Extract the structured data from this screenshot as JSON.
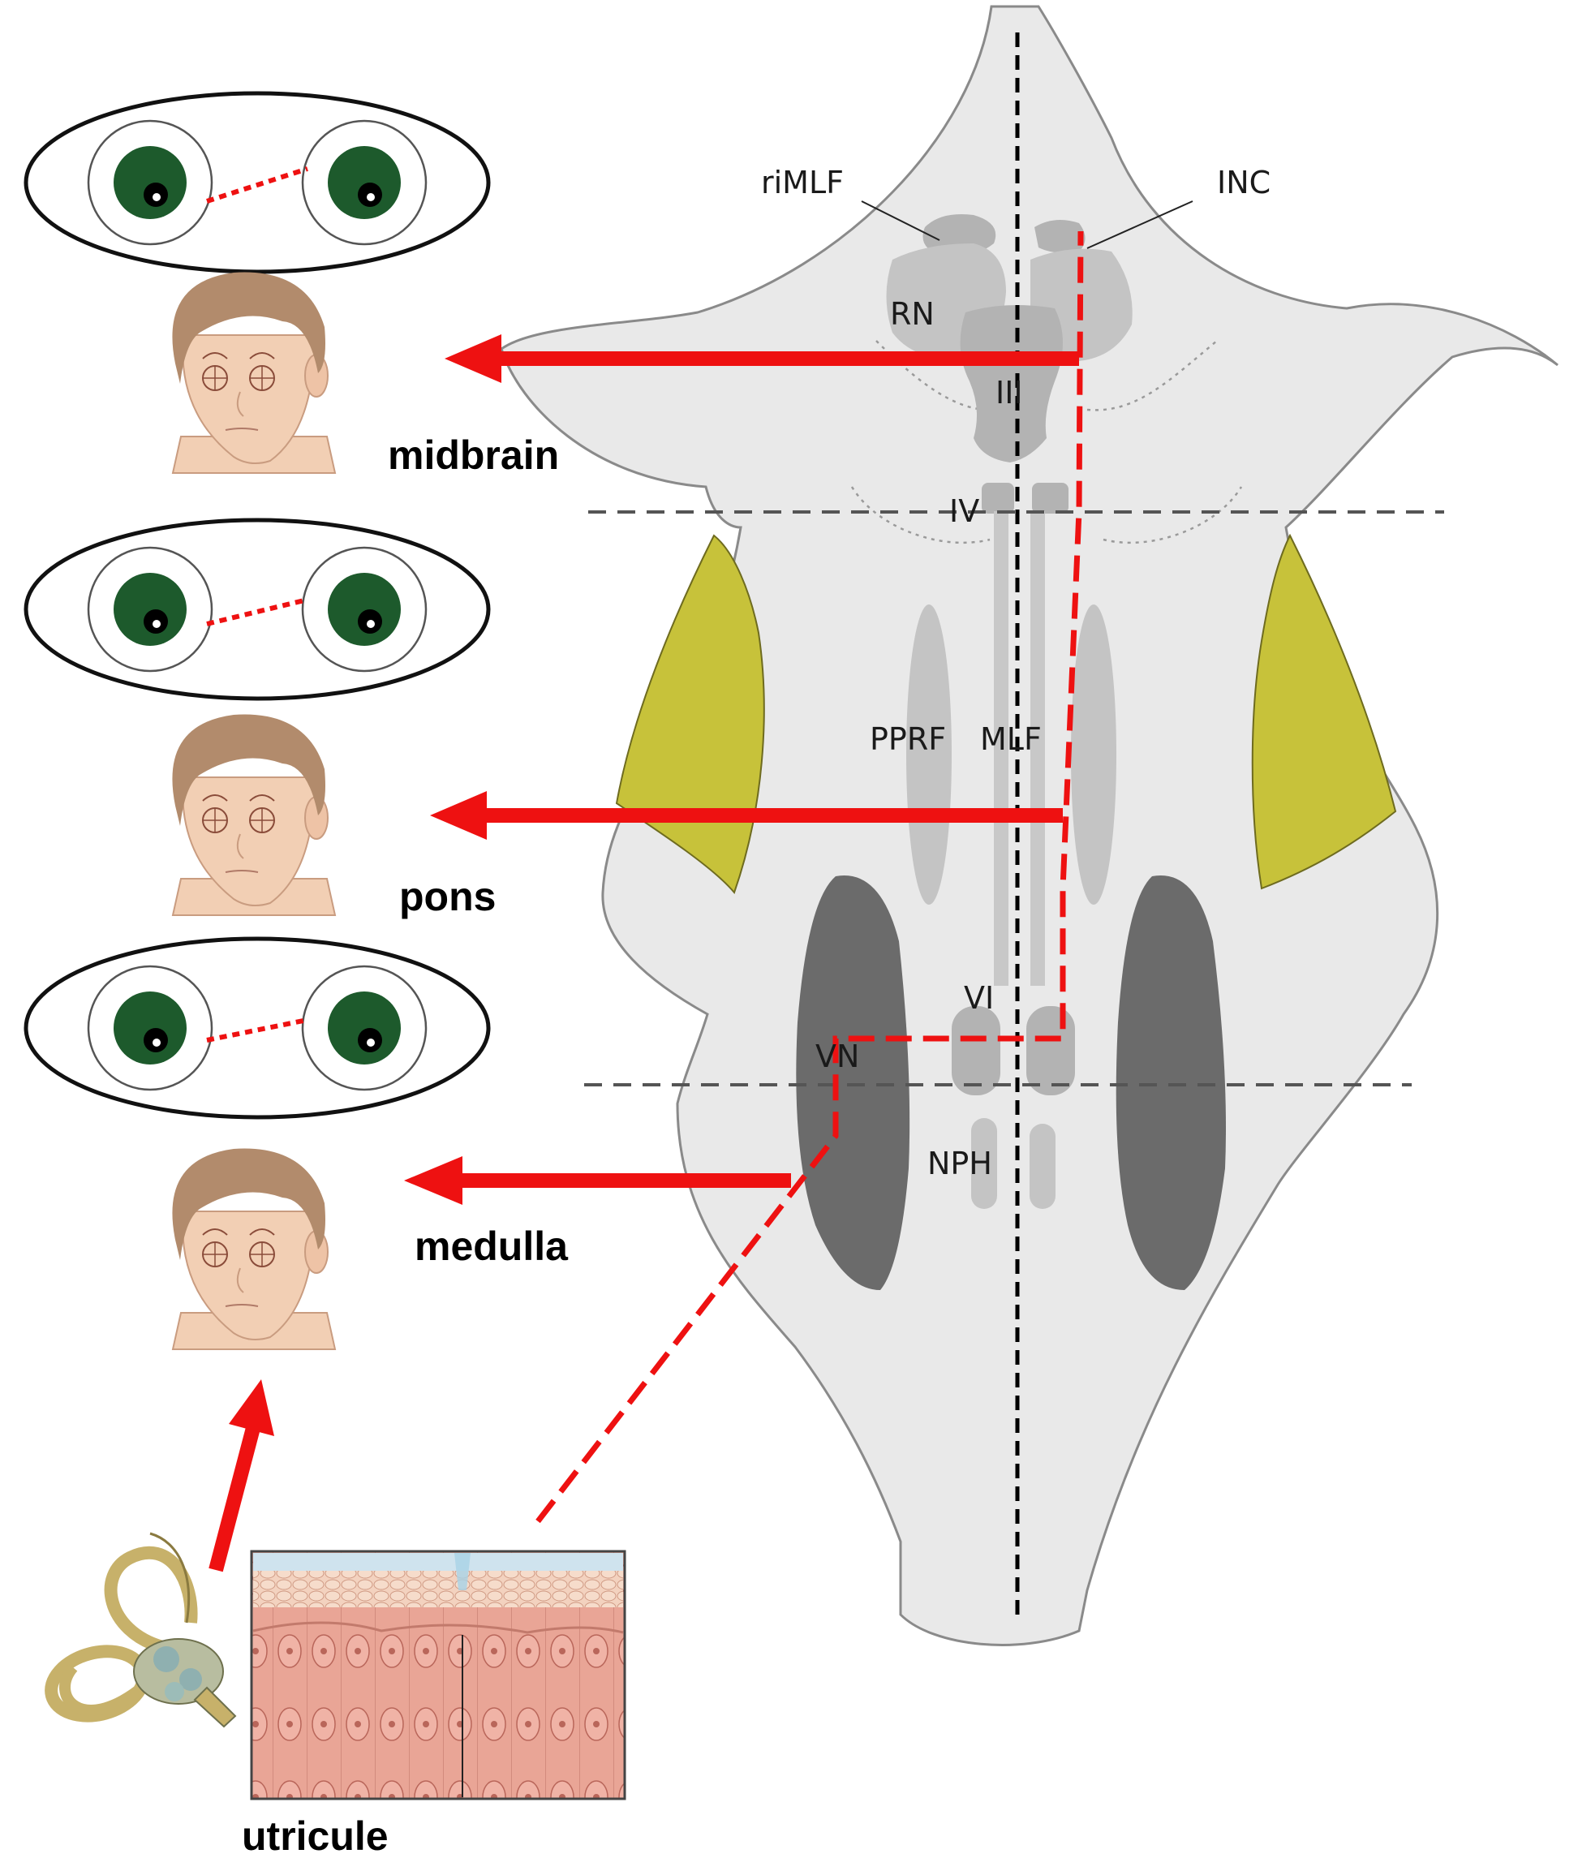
{
  "structures": {
    "riMLF": "riMLF",
    "INC": "INC",
    "RN": "RN",
    "III": "III",
    "IV": "IV",
    "PPRF": "PPRF",
    "MLF": "MLF",
    "VI": "VI",
    "VN": "VN",
    "NPH": "NPH"
  },
  "levels": {
    "midbrain": "midbrain",
    "pons": "pons",
    "medulla": "medulla",
    "utricule": "utricule"
  },
  "colors": {
    "pathway": "#ee1111",
    "brainstem": "#e9e9e9",
    "nucleus_light": "#c4c4c4",
    "nucleus_dark": "#6b6b6b",
    "cerebellar_peduncle": "#c7c23a",
    "iris": "#1d5a2c",
    "skin": "#f2cfb4",
    "hair": "#b28b6c",
    "tissue": "#e9a596"
  },
  "icons": {
    "eye_pair": "eyes-icon",
    "face": "face-icon",
    "inner_ear": "inner-ear-icon",
    "histology": "utricle-histology-icon"
  }
}
